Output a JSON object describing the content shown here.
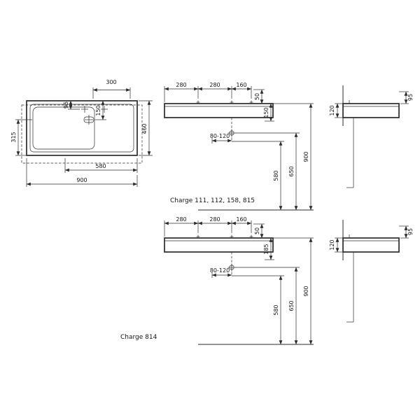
{
  "colors": {
    "background": "#ffffff",
    "line": "#2b2b2b",
    "text": "#151515"
  },
  "captions": {
    "variant_top": "Charge 111, 112, 158, 815",
    "variant_bottom": "Charge 814"
  },
  "plan": {
    "width_300": "300",
    "tap_95": "95",
    "tap_150": "150",
    "left_315": "315",
    "depth_460": "460",
    "inner_580": "580",
    "total_900": "900"
  },
  "front1": {
    "tap_seg_1": "280",
    "tap_seg_2": "280",
    "tap_seg_3": "160",
    "rear_50": "50",
    "apron": "150",
    "drain_range": "80-120",
    "h_580": "580",
    "h_650": "650",
    "h_900": "900"
  },
  "side1": {
    "edge_95": "95",
    "height_120": "120"
  },
  "front2": {
    "tap_seg_1": "280",
    "tap_seg_2": "280",
    "tap_seg_3": "160",
    "rear_50": "50",
    "apron": "185",
    "drain_range": "80-120",
    "h_580": "580",
    "h_650": "650",
    "h_900": "900"
  },
  "side2": {
    "edge_95": "95",
    "height_120": "120"
  }
}
